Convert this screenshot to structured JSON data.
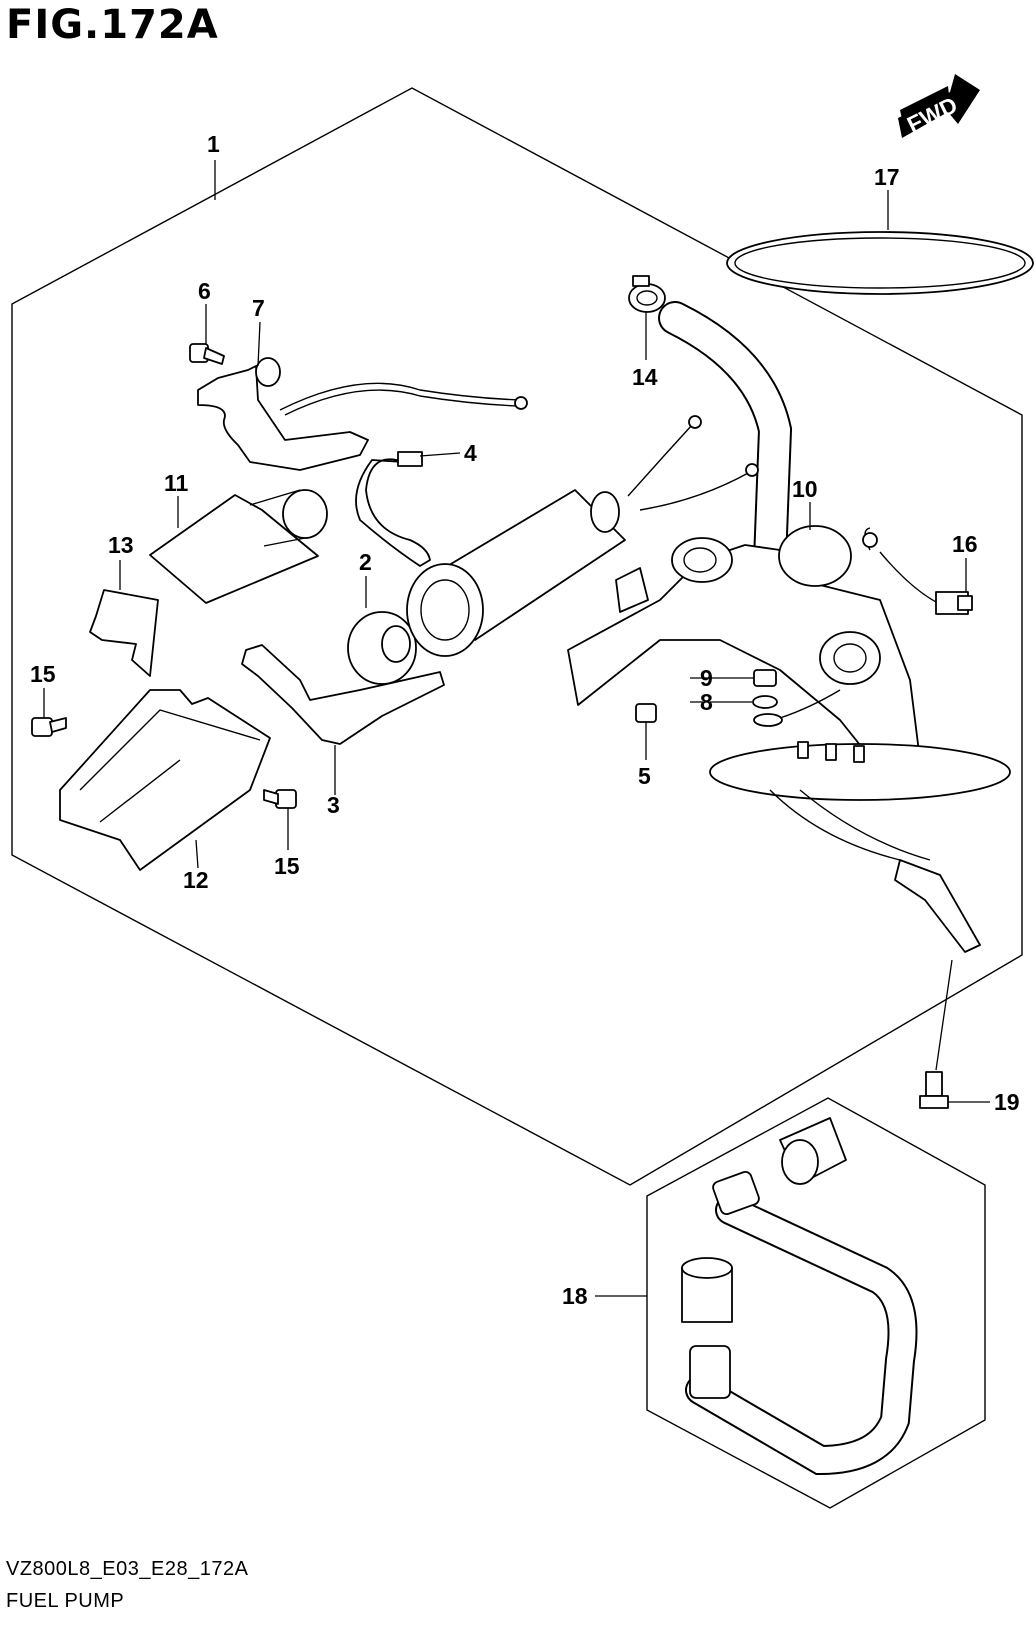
{
  "header": {
    "figure_title": "FIG.172A"
  },
  "footer": {
    "model_code": "VZ800L8_E03_E28_172A",
    "diagram_name": "FUEL PUMP"
  },
  "fwd_indicator": {
    "label": "FWD",
    "icon": "forward-arrow-icon"
  },
  "callouts": {
    "c1": "1",
    "c2": "2",
    "c3": "3",
    "c4": "4",
    "c5": "5",
    "c6": "6",
    "c7": "7",
    "c8": "8",
    "c9": "9",
    "c10": "10",
    "c11": "11",
    "c12": "12",
    "c13": "13",
    "c14": "14",
    "c15a": "15",
    "c15b": "15",
    "c16": "16",
    "c17": "17",
    "c18": "18",
    "c19": "19"
  }
}
